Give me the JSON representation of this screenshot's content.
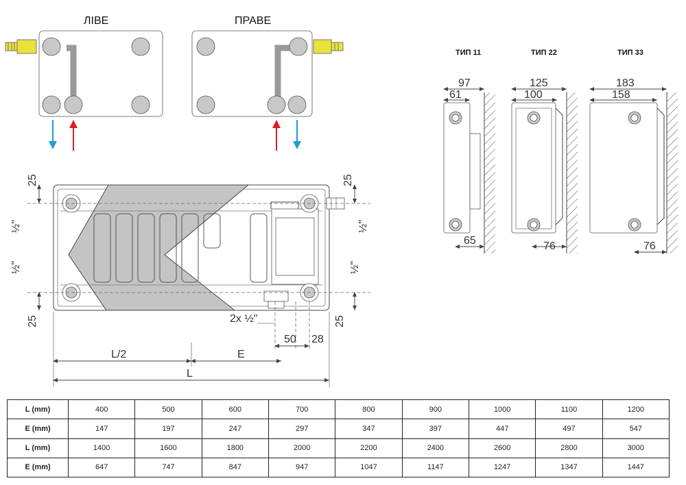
{
  "labels": {
    "left": "ЛІВЕ",
    "right": "ПРАВЕ"
  },
  "types": {
    "t11": {
      "name": "ТИП 11",
      "total": "97",
      "inner": "61",
      "wall": "65"
    },
    "t22": {
      "name": "ТИП 22",
      "total": "125",
      "inner": "100",
      "wall": "76"
    },
    "t33": {
      "name": "ТИП 33",
      "total": "183",
      "inner": "158",
      "wall": "76"
    }
  },
  "dims": {
    "top_offset_left": "25",
    "top_offset_right": "25",
    "bottom_offset_left": "25",
    "bottom_offset_right": "25",
    "thread_tl": "½\"",
    "thread_bl": "½\"",
    "thread_tr": "½\"",
    "thread_br": "½\"",
    "connections": "2x ½\"",
    "spacing_50": "50",
    "spacing_28": "28",
    "half_length": "L/2",
    "e_length": "E",
    "length": "L"
  },
  "table": {
    "rows": [
      {
        "label": "L (mm)",
        "values": [
          "400",
          "500",
          "600",
          "700",
          "800",
          "900",
          "1000",
          "1100",
          "1200"
        ]
      },
      {
        "label": "E (mm)",
        "values": [
          "147",
          "197",
          "247",
          "297",
          "347",
          "397",
          "447",
          "497",
          "547"
        ]
      },
      {
        "label": "L (mm)",
        "values": [
          "1400",
          "1600",
          "1800",
          "2000",
          "2200",
          "2400",
          "2600",
          "2800",
          "3000"
        ]
      },
      {
        "label": "E (mm)",
        "values": [
          "647",
          "747",
          "847",
          "947",
          "1047",
          "1147",
          "1247",
          "1347",
          "1447"
        ]
      }
    ]
  },
  "colors": {
    "supply_arrow": "#e01b24",
    "return_arrow": "#1e9bd7",
    "valve_head": "#e8e23a"
  }
}
